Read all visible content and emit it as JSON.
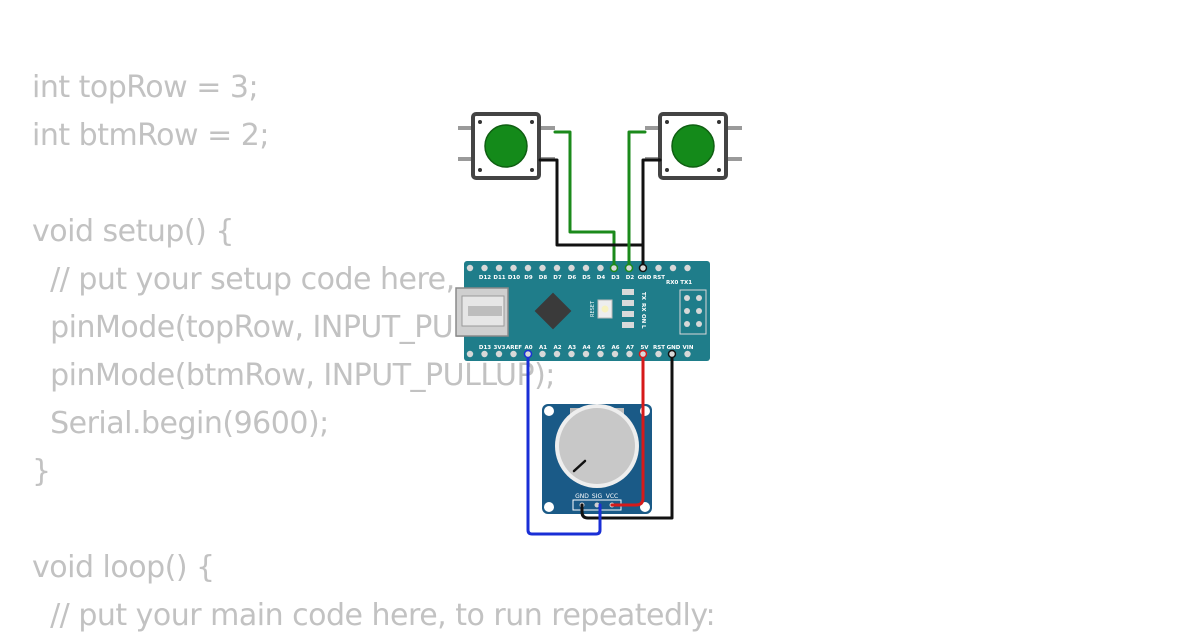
{
  "code_lines": [
    "int topRow = 3;",
    "int btmRow = 2;",
    "",
    "void setup() {",
    "  // put your setup code here, to run once:",
    "  pinMode(topRow, INPUT_PULLUP);",
    "  pinMode(btmRow, INPUT_PULLUP);",
    "  Serial.begin(9600);",
    "}",
    "",
    "void loop() {",
    "  // put your main code here, to run repeatedly:"
  ],
  "board": {
    "top_pins": [
      "D12",
      "D11",
      "D10",
      "D9",
      "D8",
      "D7",
      "D6",
      "D5",
      "D4",
      "D3",
      "D2",
      "GND",
      "RST"
    ],
    "bottom_pins": [
      "D13",
      "3V3",
      "AREF",
      "A0",
      "A1",
      "A2",
      "A3",
      "A4",
      "A5",
      "A6",
      "A7",
      "5V",
      "RST",
      "GND",
      "VIN"
    ],
    "rx_tx": "RX0 TX1",
    "led_labels": [
      "TX",
      "RX",
      "ON",
      "L"
    ],
    "reset_label": "RESET",
    "colors": {
      "pcb": "#1f7d8a",
      "pin": "#d8d8d8",
      "chip": "#3a3a3a"
    }
  },
  "potentiometer": {
    "pins": [
      "GND",
      "SIG",
      "VCC"
    ],
    "colors": {
      "pcb": "#1a5a87",
      "knob": "#c8c8c8"
    }
  },
  "buttons": {
    "colors": {
      "cap": "#148a1a",
      "body": "#ffffff",
      "frame": "#444444"
    }
  },
  "wire_colors": {
    "green": "#1b8a1b",
    "black": "#111111",
    "red": "#d61a1a",
    "blue": "#1a2fd6"
  }
}
